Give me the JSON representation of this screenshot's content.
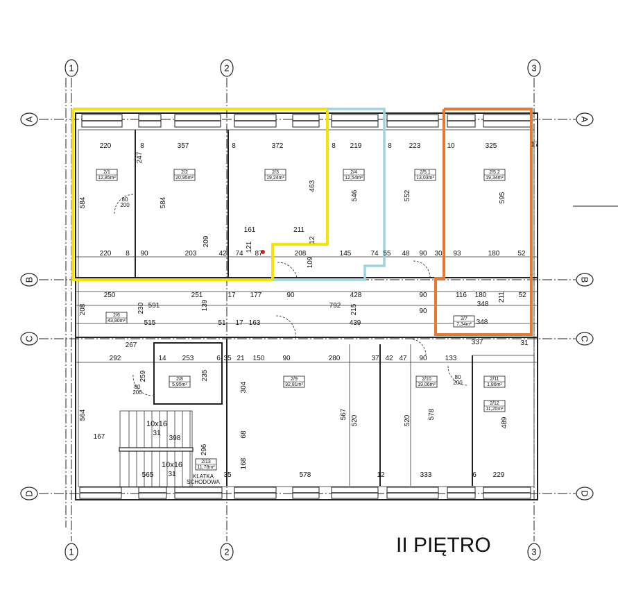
{
  "title": "II PIĘTRO",
  "grid_axes": {
    "vertical": [
      "1",
      "2",
      "3"
    ],
    "horizontal": [
      "A",
      "B",
      "C",
      "D"
    ]
  },
  "highlight_colors": {
    "yellow": "#f5e400",
    "blue": "#9fd3e0",
    "orange": "#e8792f"
  },
  "rooms": [
    {
      "id": "2/1",
      "area": "12,85m²"
    },
    {
      "id": "2/2",
      "area": "20,95m²"
    },
    {
      "id": "2/3",
      "area": "19,24m²"
    },
    {
      "id": "2/4",
      "area": "12,54m²"
    },
    {
      "id": "2/5.1",
      "area": "13,03m²"
    },
    {
      "id": "2/5.2",
      "area": "19,34m²"
    },
    {
      "id": "2/6",
      "area": "43,80m²"
    },
    {
      "id": "2/7",
      "area": "7,34m²"
    },
    {
      "id": "2/8",
      "area": "5,95m²"
    },
    {
      "id": "2/9",
      "area": "32,81m²"
    },
    {
      "id": "2/10",
      "area": "19,06m²"
    },
    {
      "id": "2/11",
      "area": "1,86m²"
    },
    {
      "id": "2/12",
      "area": "11,20m²"
    },
    {
      "id": "2/13",
      "area": "11,78m²"
    }
  ],
  "stairs": {
    "top": "10x16",
    "top_count": "31",
    "bottom": "10x16",
    "bottom_count": "31",
    "label_1": "KLATKA",
    "label_2": "SCHODOWA"
  },
  "dims": [
    "220",
    "8",
    "357",
    "247",
    "8",
    "372",
    "8",
    "219",
    "8",
    "223",
    "10",
    "325",
    "17",
    "584",
    "584",
    "463",
    "546",
    "552",
    "595",
    "220",
    "8",
    "90",
    "203",
    "42",
    "74",
    "87",
    "208",
    "145",
    "74",
    "55",
    "48",
    "90",
    "30",
    "93",
    "180",
    "52",
    "161",
    "211",
    "12",
    "209",
    "121",
    "109",
    "250",
    "251",
    "17",
    "177",
    "90",
    "428",
    "90",
    "116",
    "180",
    "52",
    "591",
    "792",
    "348",
    "208",
    "230",
    "139",
    "215",
    "211",
    "515",
    "51",
    "17",
    "163",
    "439",
    "90",
    "348",
    "267",
    "292",
    "14",
    "253",
    "6",
    "35",
    "21",
    "150",
    "90",
    "280",
    "37",
    "42",
    "47",
    "90",
    "133",
    "337",
    "31",
    "259",
    "235",
    "304",
    "567",
    "520",
    "520",
    "578",
    "489",
    "564",
    "167",
    "398",
    "296",
    "68",
    "168",
    "565",
    "35",
    "578",
    "12",
    "333",
    "6",
    "229"
  ],
  "doors": [
    "80",
    "200"
  ]
}
